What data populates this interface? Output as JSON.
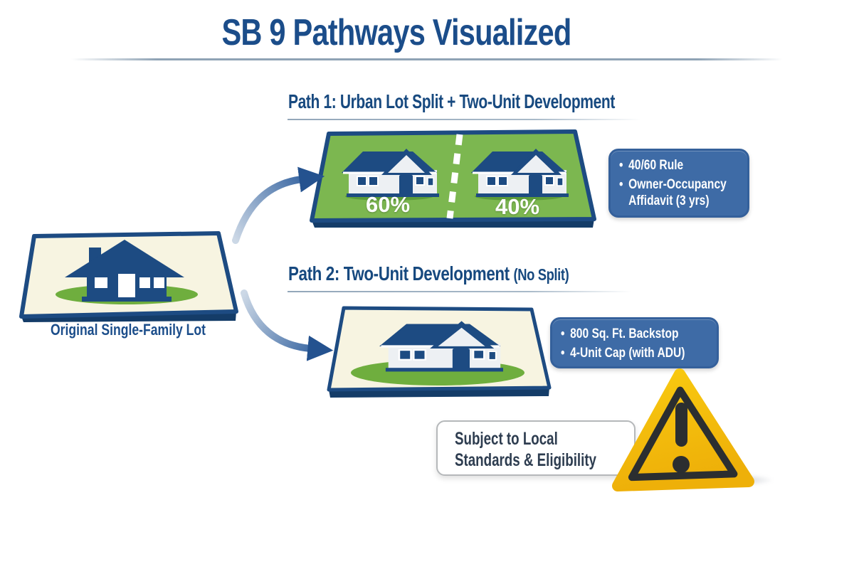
{
  "title": "SB 9 Pathways Visualized",
  "original_lot": {
    "label": "Original Single-Family Lot"
  },
  "path1": {
    "heading": "Path 1: Urban Lot Split + Two-Unit Development",
    "split_left_label": "60%",
    "split_right_label": "40%",
    "info_items": [
      "40/60 Rule",
      "Owner-Occupancy Affidavit (3 yrs)"
    ]
  },
  "path2": {
    "heading": "Path 2: Two-Unit Development",
    "heading_suffix": "(No Split)",
    "info_items": [
      "800 Sq. Ft. Backstop",
      "4-Unit Cap (with ADU)"
    ]
  },
  "footer": {
    "note_line1": "Subject to Local",
    "note_line2": "Standards & Eligibility"
  },
  "icons": {
    "warning": "warning-triangle-icon",
    "house": "house-icon",
    "arrows": "flow-arrow-icon"
  },
  "colors": {
    "title_navy": "#1b4d8a",
    "heading_navy": "#17497f",
    "lot_border_navy": "#1d4b82",
    "lot_edge_dark": "#143c68",
    "lot_green": "#7cb750",
    "lot_cream": "#f7f4e1",
    "lawn_green": "#6fae3e",
    "info_box_blue": "#3e6ba6",
    "note_text": "#2e3d50",
    "warning_yellow": "#f7c60a",
    "warning_dark": "#2b2e30",
    "text_white": "#ffffff"
  }
}
